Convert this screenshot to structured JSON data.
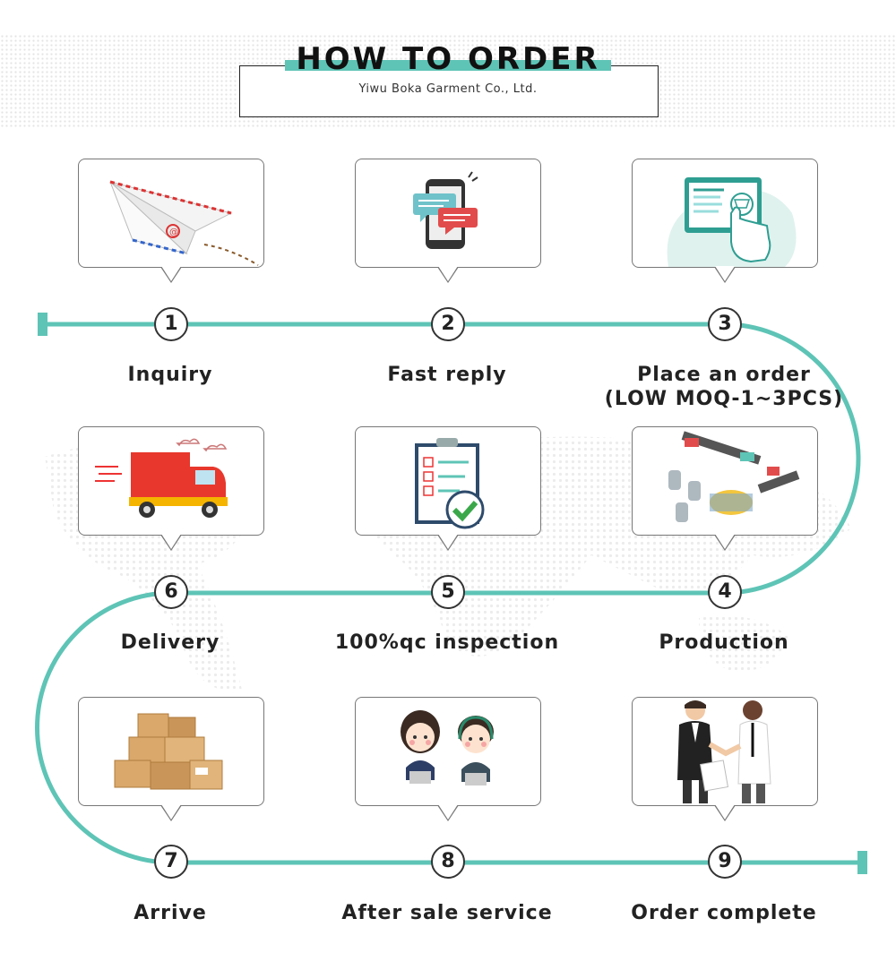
{
  "header": {
    "title": "HOW TO ORDER",
    "subtitle": "Yiwu Boka Garment Co., Ltd."
  },
  "steps": [
    {
      "number": "1",
      "label": "Inquiry",
      "icon": "paper-plane-mail-icon"
    },
    {
      "number": "2",
      "label": "Fast reply",
      "icon": "phone-chat-icon"
    },
    {
      "number": "3",
      "label": "Place an order",
      "label2": "(LOW MOQ-1~3PCS)",
      "icon": "online-shopping-icon"
    },
    {
      "number": "4",
      "label": "Production",
      "icon": "factory-line-icon"
    },
    {
      "number": "5",
      "label": "100%qc inspection",
      "icon": "checklist-icon"
    },
    {
      "number": "6",
      "label": "Delivery",
      "icon": "delivery-truck-icon"
    },
    {
      "number": "7",
      "label": "Arrive",
      "icon": "boxes-icon"
    },
    {
      "number": "8",
      "label": "After sale service",
      "icon": "support-agents-icon"
    },
    {
      "number": "9",
      "label": "Order complete",
      "icon": "handshake-icon"
    }
  ],
  "colors": {
    "accent": "#5ec4b6",
    "text": "#222222",
    "border": "#777777"
  }
}
